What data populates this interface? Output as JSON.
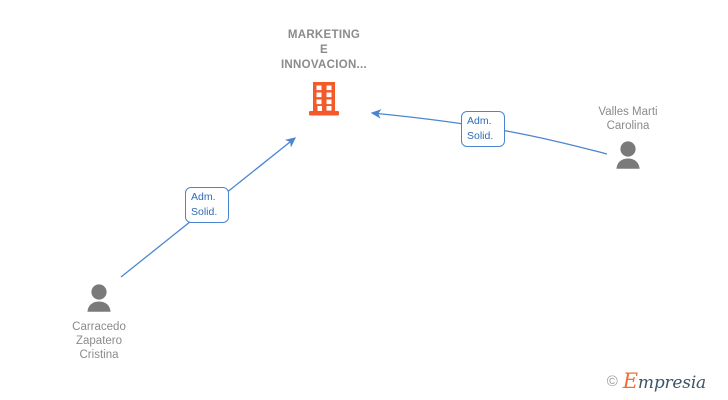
{
  "diagram": {
    "background_color": "#ffffff",
    "company": {
      "name": "MARKETING\nE\nINNOVACION...",
      "icon": "building-icon",
      "icon_color": "#f4592a",
      "text_color": "#8b8b8b"
    },
    "persons": [
      {
        "id": "carracedo-zapatero-cristina",
        "name": "Carracedo\nZapatero\nCristina",
        "icon": "person-icon",
        "icon_color": "#7a7a7a",
        "position": "bottom-left"
      },
      {
        "id": "valles-marti-carolina",
        "name": "Valles Marti\nCarolina",
        "icon": "person-icon",
        "icon_color": "#7a7a7a",
        "position": "right"
      }
    ],
    "relations": [
      {
        "id": "relation-left",
        "line1": "Adm.",
        "line2": "Solid.",
        "from": "carracedo-zapatero-cristina",
        "to": "company",
        "edge_color": "#4a86d0",
        "label_border_color": "#4a86d0",
        "label_text_color": "#2f6cb5"
      },
      {
        "id": "relation-right",
        "line1": "Adm.",
        "line2": "Solid.",
        "from": "valles-marti-carolina",
        "to": "company",
        "edge_color": "#4a86d0",
        "label_border_color": "#4a86d0",
        "label_text_color": "#2f6cb5"
      }
    ],
    "watermark": {
      "copyright": "©",
      "brand_initial": "E",
      "brand_rest": "mpresia",
      "initial_color": "#f2702f",
      "text_color": "#3d5566"
    }
  }
}
